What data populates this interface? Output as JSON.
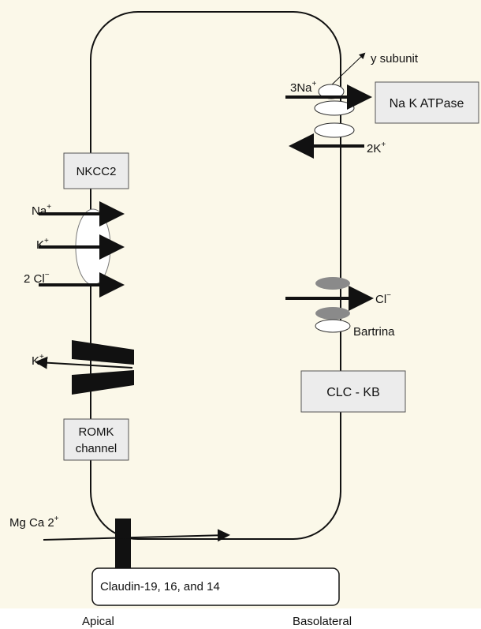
{
  "labels": {
    "y_subunit": "y subunit",
    "na_k_atpase": "Na K ATPase",
    "three_na": "3Na",
    "three_na_sup": "+",
    "two_k": "2K",
    "two_k_sup": "+",
    "nkcc2": "NKCC2",
    "na": "Na",
    "na_sup": "+",
    "k1": "K",
    "k1_sup": "+",
    "two_cl": "2 Cl",
    "two_cl_sup": "−",
    "cl": "Cl",
    "cl_sup": "−",
    "bartrina": "Bartrina",
    "k2": "K",
    "k2_sup": "+",
    "clc_kb": "CLC - KB",
    "romk_line1": "ROMK",
    "romk_line2": "channel",
    "mg_ca": "Mg Ca 2",
    "mg_ca_sup": "+",
    "claudin": "Claudin-19, 16, and 14",
    "apical": "Apical",
    "basolateral": "Basolateral"
  },
  "colors": {
    "cell_fill": "#fbf8e9",
    "box_fill": "#ececec",
    "channel_dark": "#111111",
    "chloride_channel": "#8a8a8a"
  }
}
